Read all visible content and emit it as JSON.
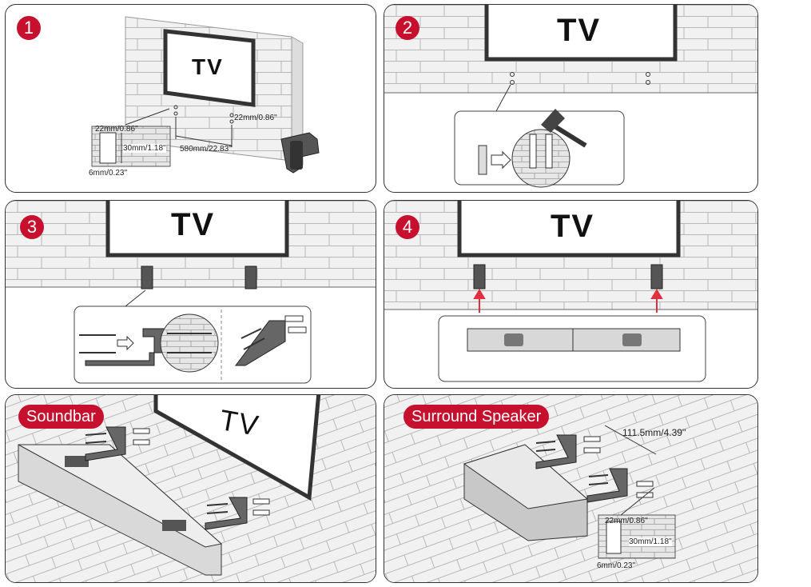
{
  "steps": [
    {
      "number": "1",
      "tv": "TV"
    },
    {
      "number": "2",
      "tv": "TV"
    },
    {
      "number": "3",
      "tv": "TV"
    },
    {
      "number": "4",
      "tv": "TV"
    }
  ],
  "step1_measurements": {
    "hole_depth": "22mm/0.86''",
    "wall_depth": "30mm/1.18''",
    "drill_bit": "6mm/0.23''",
    "hole_spacing": "580mm/22.83''",
    "vertical_spacing": "22mm/0.86''"
  },
  "soundbar": {
    "label": "Soundbar",
    "tv": "TV"
  },
  "surround": {
    "label": "Surround Speaker",
    "spacing": "111.5mm/4.39''",
    "hole_depth": "22mm/0.86''",
    "wall_depth": "30mm/1.18''",
    "drill_bit": "6mm/0.23''"
  },
  "colors": {
    "accent": "#c7102e",
    "wall": "#f2f2f2",
    "brick_line": "#bdbdbd",
    "arrow": "#e0303f"
  }
}
